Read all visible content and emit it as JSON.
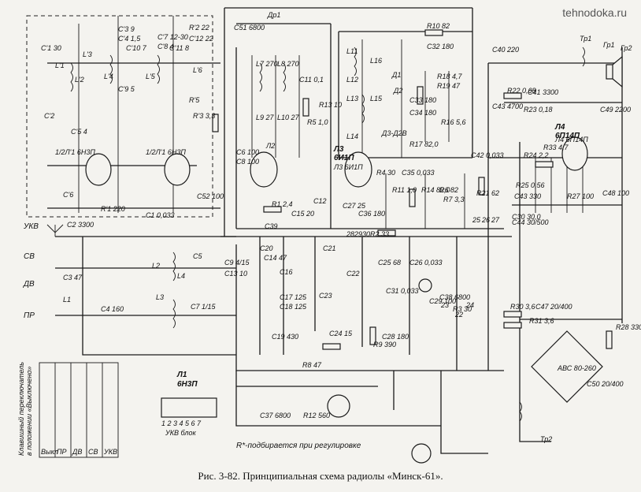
{
  "watermark": "tehnodoka.ru",
  "caption": "Рис. 3-82. Принципиальная схема радиолы «Минск-61».",
  "note": "R*-подбирается при регулировке",
  "side_note_lines": [
    "Клавишный переключатель",
    "в положении «Выключено»"
  ],
  "switch_keys": [
    "Выкл",
    "ПР",
    "ДВ",
    "СВ",
    "УКВ"
  ],
  "bands": {
    "ukv": "УКВ",
    "sv": "СВ",
    "dv": "ДВ",
    "pr": "ПР"
  },
  "block_label": "УКВ блок",
  "block_pins": "1 2 3 4 5 6 7",
  "tubes": [
    {
      "ref": "Л1",
      "type": "6Н3П"
    },
    {
      "ref": "Л3",
      "type": "6И1П"
    },
    {
      "ref": "Л4",
      "type": "6П14П"
    }
  ],
  "labels": [
    "С'1 30",
    "L'1",
    "С'2",
    "С'5 4",
    "L'2",
    "С'6",
    "С'3 9",
    "С'4 1,5",
    "R'1 220",
    "R'2 22",
    "С'7 12-30",
    "С'8 4",
    "С'9 5",
    "С'10 7",
    "С'11 8",
    "С'12 22",
    "L'4",
    "L'5",
    "L'6",
    "L'3",
    "1/2Л'1 6Н3П",
    "1/2Л'1 6Н3П",
    "R'3 3,3",
    "R'5",
    "Др1",
    "С51 6800",
    "С52 100",
    "L7 270",
    "L8 270",
    "L9 27",
    "L10 27",
    "С6 100",
    "С8 100",
    "С11 0,1",
    "R5 1,0",
    "R13 10",
    "Л2",
    "С12",
    "R10 82",
    "С32 180",
    "Д1",
    "Д2",
    "Д3-Д2В",
    "R18 4,7",
    "R19 47",
    "С33 180",
    "С34 180",
    "R17 82,0",
    "R16 5,6",
    "L11",
    "L12",
    "L13",
    "L14",
    "L15",
    "L16",
    "Л3 6И1П",
    "С35 0,033",
    "R11 1,0",
    "R14 82,0",
    "R6 82",
    "R7 3,3",
    "С27 25",
    "С36 180",
    "R8 47",
    "R9 390",
    "С28 180",
    "С29 100",
    "С30 30,0",
    "С40 220",
    "R22 0,68",
    "С41 3300",
    "С43 4700",
    "R23 0,18",
    "R24 2,2",
    "R25 0,56",
    "С49 2200",
    "Тр1",
    "Гр1",
    "Гр2",
    "R33 4,7",
    "Л4 6П14П",
    "С42 0,033",
    "R21 62",
    "С43 330",
    "R27 100",
    "С48 100",
    "R28 330",
    "С44 30/500",
    "R30 3,6",
    "R31 3,6",
    "С47 20/400",
    "АВС 80-260",
    "С50 20/400",
    "Тр2",
    "С1 0,033",
    "С2 3300",
    "С3 47",
    "С4 160",
    "L1",
    "L2",
    "L3",
    "L4",
    "С5",
    "С7 1/15",
    "С9 4/15",
    "С13 10",
    "С14 47",
    "С15 20",
    "С16",
    "С17 125",
    "С18 125",
    "С19 430",
    "С20",
    "С21",
    "С22",
    "С23",
    "С24 15",
    "С25 68",
    "С26 0,033",
    "С31 0,033",
    "R12 560",
    "С37 6800",
    "С38 6800",
    "С39",
    "R1 2,4",
    "R2 33",
    "R3 30",
    "R4 30",
    "22",
    "23",
    "24",
    "25",
    "26",
    "27",
    "28",
    "29",
    "30"
  ]
}
